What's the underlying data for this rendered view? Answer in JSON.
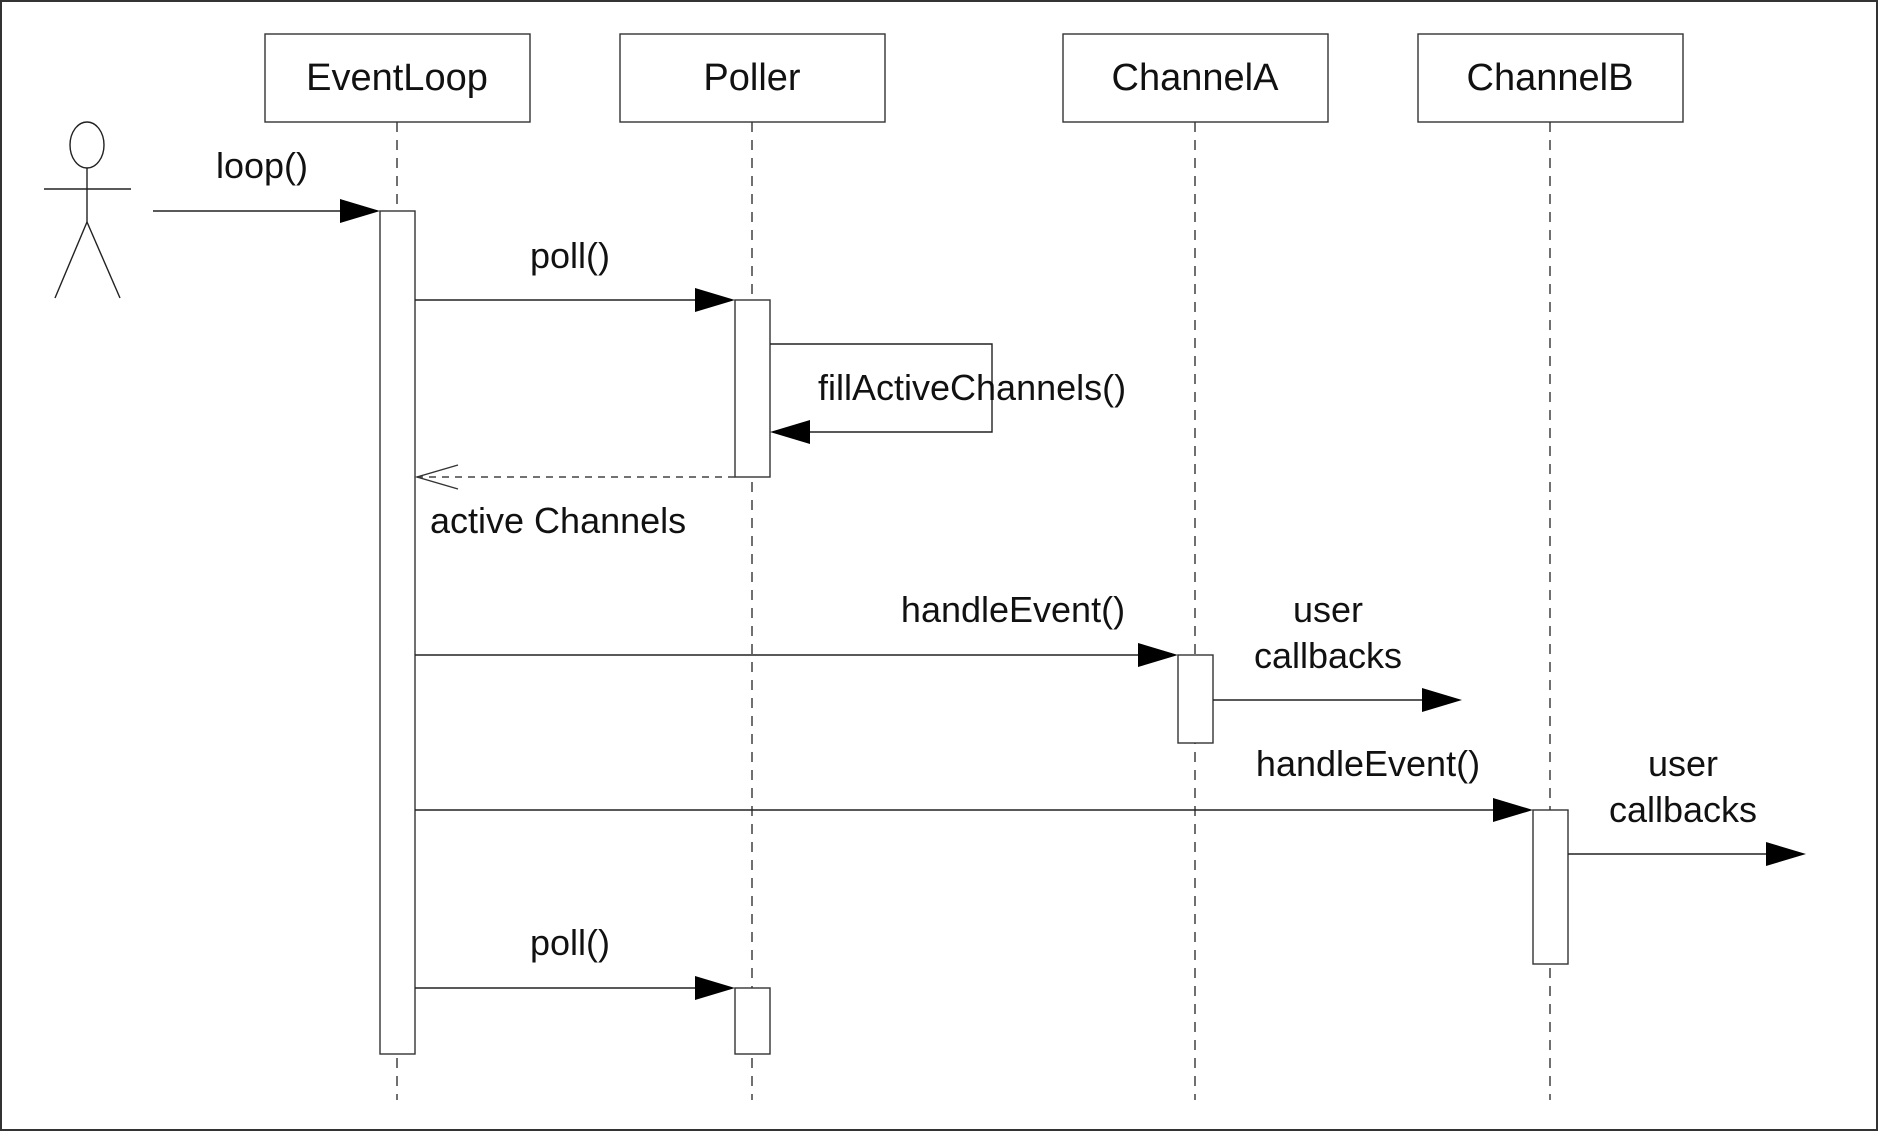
{
  "diagram": {
    "participants": [
      "EventLoop",
      "Poller",
      "ChannelA",
      "ChannelB"
    ],
    "messages": {
      "loop": "loop()",
      "poll_1": "poll()",
      "fill": "fillActiveChannels()",
      "return_active": "active Channels",
      "handle_a": "handleEvent()",
      "callbacks_a_line1": "user",
      "callbacks_a_line2": "callbacks",
      "handle_b": "handleEvent()",
      "callbacks_b_line1": "user",
      "callbacks_b_line2": "callbacks",
      "poll_2": "poll()"
    }
  }
}
